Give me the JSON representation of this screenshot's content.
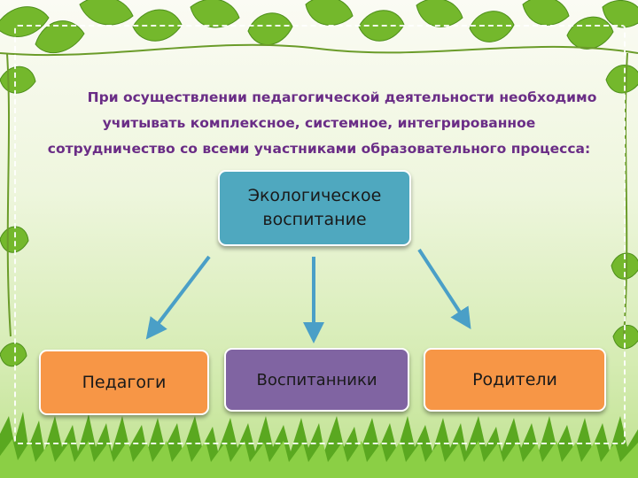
{
  "title_lines": [
    "При осуществлении педагогической деятельности необходимо",
    "учитывать комплексное, системное, интегрированное",
    "сотрудничество со  всеми участниками образовательного процесса:"
  ],
  "diagram": {
    "top_node": {
      "line1": "Экологическое",
      "line2": "воспитание"
    },
    "children": [
      {
        "label": "Педагоги"
      },
      {
        "label": "Воспитанники"
      },
      {
        "label": "Родители"
      }
    ]
  },
  "colors": {
    "title": "#6a2d86",
    "top_node": "#4fa8bf",
    "orange_node": "#f79646",
    "purple_node": "#8064a2",
    "arrow": "#4a9fc7",
    "leaves": "#6fb52a",
    "grass": "#58a81e"
  }
}
